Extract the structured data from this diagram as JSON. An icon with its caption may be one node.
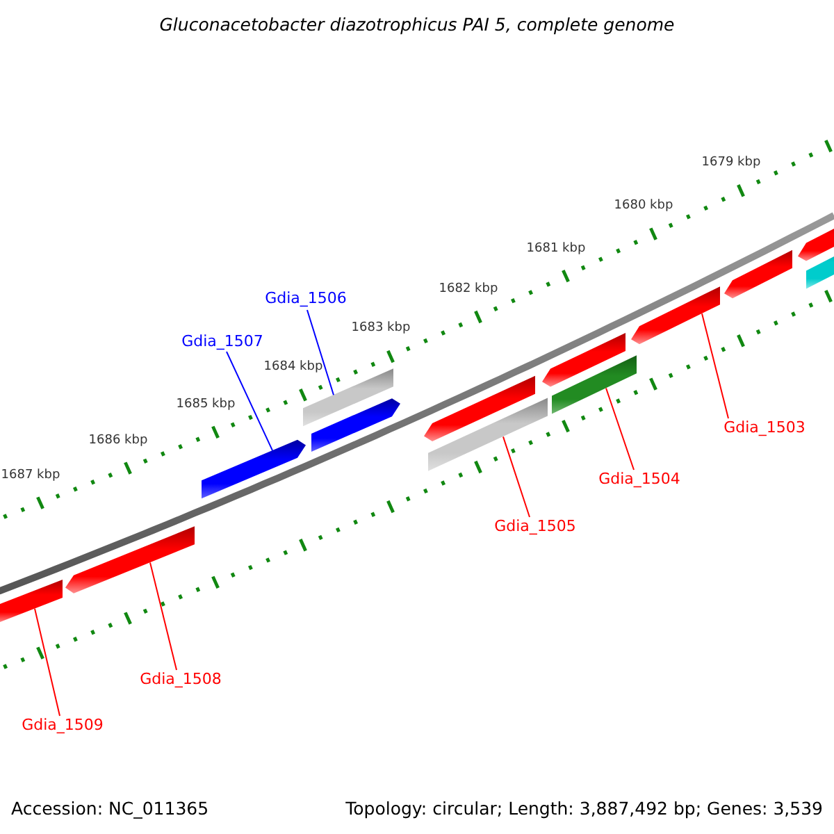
{
  "diagram": {
    "title": "Gluconacetobacter diazotrophicus PAI 5, complete genome",
    "nodes": [
      {
        "text": [
          "Gdia_1506"
        ]
      },
      {
        "text": [
          "Gdia_1507"
        ]
      },
      {
        "text": [
          "Gdia_1503"
        ]
      },
      {
        "text": [
          "Gdia_1504"
        ]
      },
      {
        "text": [
          "Gdia_1505"
        ]
      },
      {
        "text": [
          "Gdia_1508"
        ]
      },
      {
        "text": [
          "Gdia_1509"
        ]
      },
      {
        "text": [],
        "shape": "bar"
      },
      {
        "text": [],
        "shape": "bar"
      },
      {
        "text": [],
        "shape": "bar"
      },
      {
        "text": [],
        "shape": "bar"
      },
      {
        "text": [],
        "shape": "bar"
      },
      {
        "text": [],
        "shape": "bar"
      },
      {
        "text": [],
        "shape": "bar"
      },
      {
        "text": [],
        "shape": "bar"
      },
      {
        "text": [],
        "shape": "bar"
      },
      {
        "text": [],
        "shape": "bar"
      },
      {
        "text": [],
        "shape": "bar"
      },
      {
        "text": [],
        "shape": "bar"
      },
      {
        "text": [],
        "shape": "bar"
      }
    ],
    "edges": [
      {
        "from": 0,
        "to": 10,
        "arrow": "none",
        "color": "#0000ff"
      },
      {
        "from": 1,
        "to": 9,
        "arrow": "none",
        "color": "#0000ff"
      },
      {
        "from": 2,
        "to": 16,
        "arrow": "none"
      },
      {
        "from": 3,
        "to": 15,
        "arrow": "none"
      },
      {
        "from": 4,
        "to": 13,
        "arrow": "none"
      },
      {
        "from": 5,
        "to": 8,
        "arrow": "none"
      },
      {
        "from": 6,
        "to": 7,
        "arrow": "none"
      }
    ],
    "labels": [
      "1679 kbp",
      "1680 kbp",
      "1681 kbp",
      "1682 kbp",
      "1683 kbp",
      "1684 kbp",
      "1685 kbp",
      "1686 kbp",
      "1687 kbp",
      "Accession: NC_011365",
      "Topology: circular; Length: 3,887,492 bp; Genes: 3,539"
    ]
  }
}
